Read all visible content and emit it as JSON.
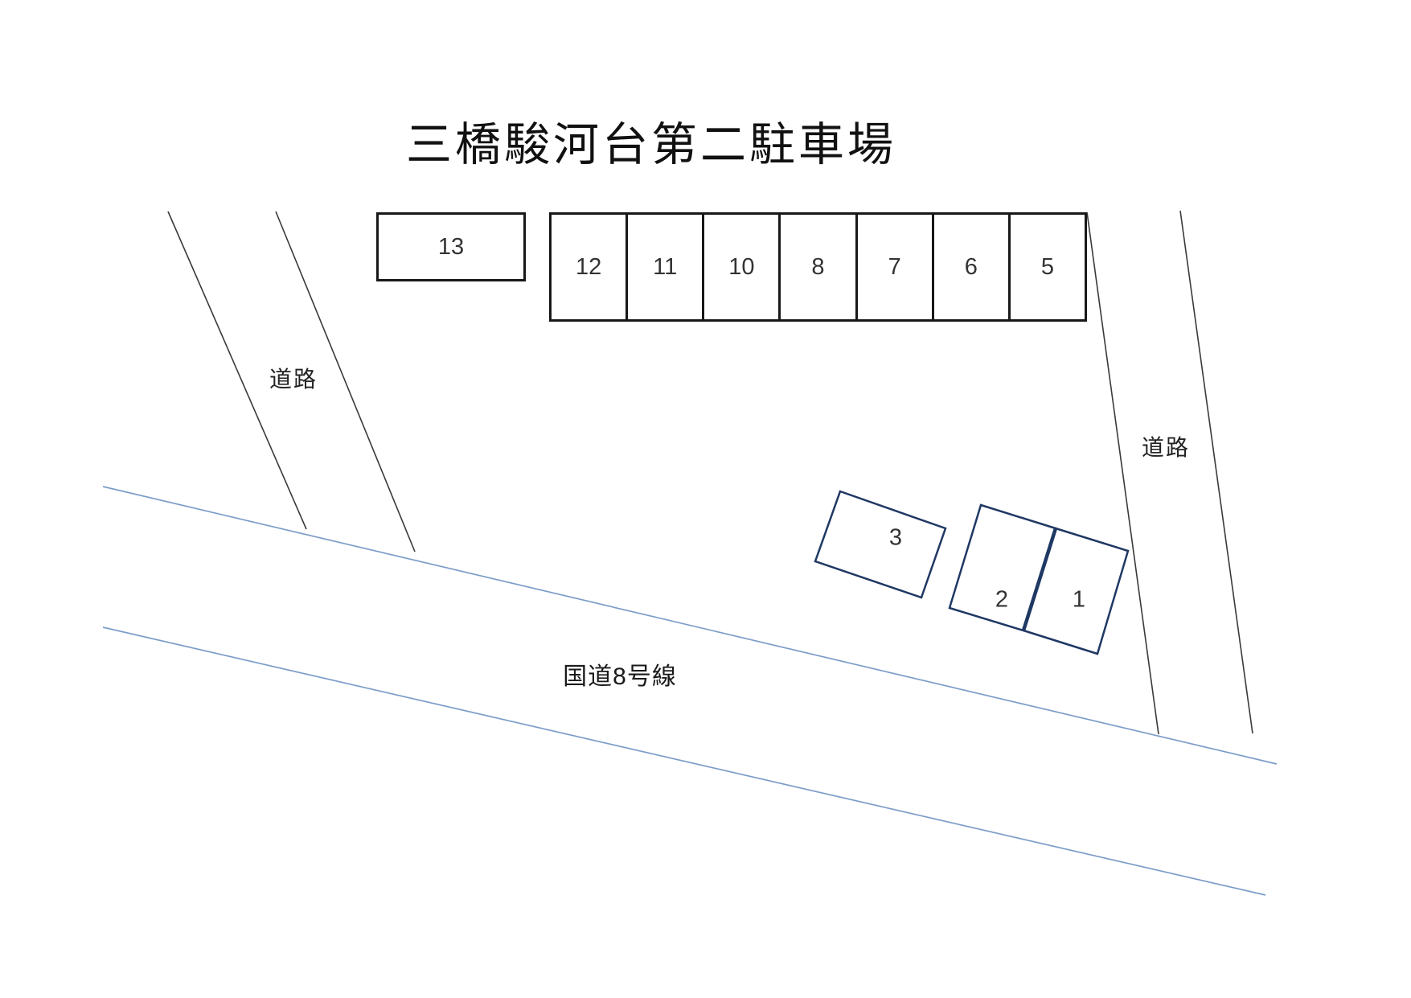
{
  "title": "三橋駿河台第二駐車場",
  "colors": {
    "stall_border": "#181818",
    "lower_lot_border": "#1f3864",
    "road_line": "#3a3a3a",
    "highway_line": "#7d9dc8"
  },
  "parking": {
    "isolated_stall": {
      "label": "13"
    },
    "top_row_stalls": [
      {
        "label": "12"
      },
      {
        "label": "11"
      },
      {
        "label": "10"
      },
      {
        "label": "8"
      },
      {
        "label": "7"
      },
      {
        "label": "6"
      },
      {
        "label": "5"
      }
    ],
    "lower_stalls": [
      {
        "label": "3"
      },
      {
        "label": "2"
      },
      {
        "label": "1"
      }
    ]
  },
  "roads": {
    "left_road_label": "道路",
    "right_road_label": "道路",
    "highway_label": "国道8号線"
  }
}
